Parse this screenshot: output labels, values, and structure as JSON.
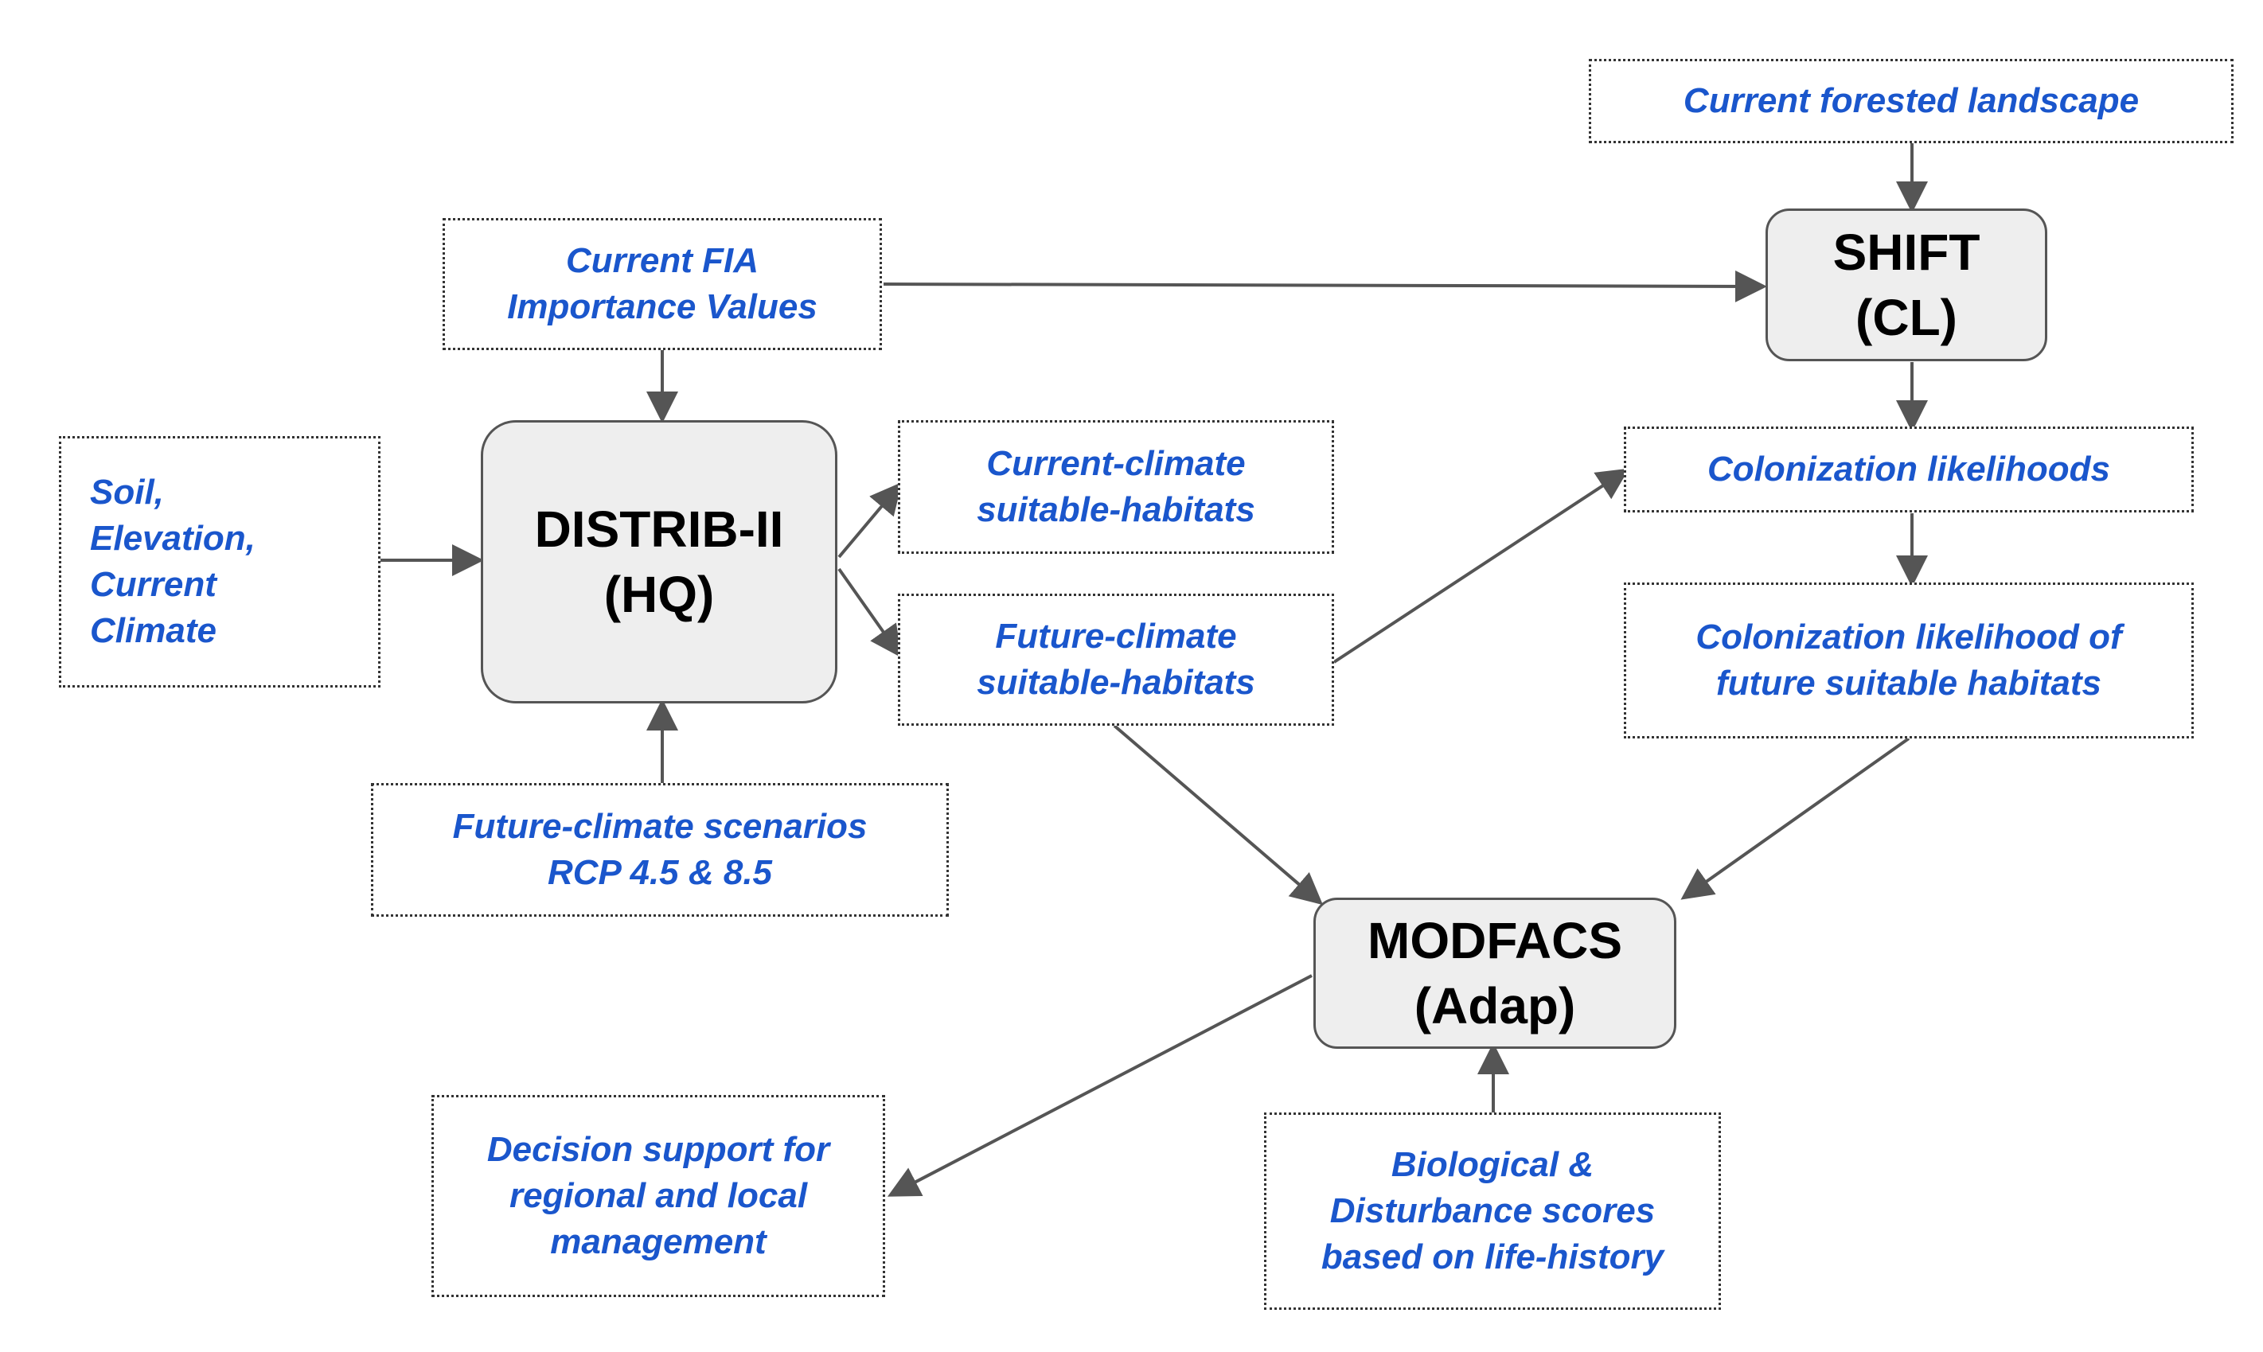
{
  "diagram": {
    "colors": {
      "input_text": "#1a56cc",
      "model_fill": "#eeeeee",
      "arrow": "#555555"
    },
    "models": {
      "distrib": "DISTRIB-II\n(HQ)",
      "shift": "SHIFT\n(CL)",
      "modfacs": "MODFACS\n(Adap)"
    },
    "boxes": {
      "current_forested": "Current forested landscape",
      "fia_values": "Current FIA\nImportance Values",
      "soil_elevation": "Soil,\nElevation,\nCurrent\nClimate",
      "current_habitats": "Current-climate\nsuitable-habitats",
      "future_habitats": "Future-climate\nsuitable-habitats",
      "colonization": "Colonization likelihoods",
      "colonization_future": "Colonization likelihood of\nfuture suitable habitats",
      "future_scenarios": "Future-climate scenarios\nRCP 4.5 & 8.5",
      "decision_support": "Decision support for\nregional and local\nmanagement",
      "bio_scores": "Biological &\nDisturbance scores\nbased on life-history"
    }
  }
}
